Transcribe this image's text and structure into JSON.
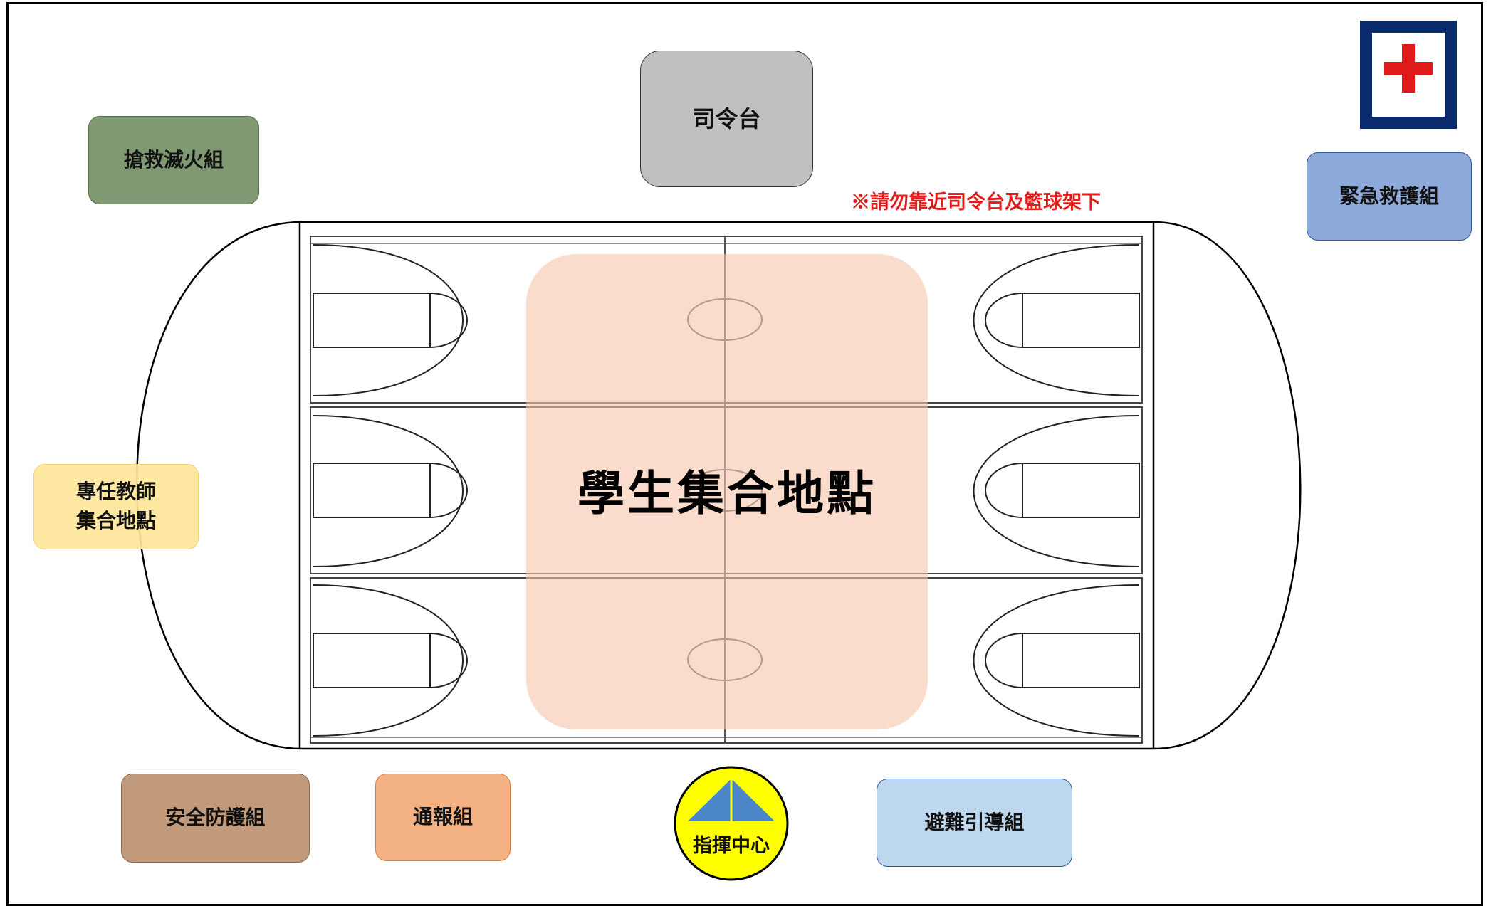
{
  "title": "",
  "warning": "※請勿靠近司令台及籃球架下",
  "assembly_area": {
    "label": "學生集合地點",
    "color": "#f5c4a8"
  },
  "groups": {
    "stage": {
      "label": "司令台",
      "color": "#c0c0c0"
    },
    "firefighting": {
      "label": "搶救滅火組",
      "color": "#7f9a72"
    },
    "medical": {
      "label": "緊急救護組",
      "color": "#8eaadb"
    },
    "teachers": {
      "label": "專任教師\n集合地點",
      "color": "#ffe699"
    },
    "safety": {
      "label": "安全防護組",
      "color": "#c09a7b"
    },
    "notification": {
      "label": "通報組",
      "color": "#f4b183"
    },
    "evacuation": {
      "label": "避難引導組",
      "color": "#bdd7ee"
    }
  },
  "command_center": {
    "label": "指揮中心",
    "circle_color": "#ffff00",
    "tent_color": "#4a86c8"
  },
  "icons": {
    "first_aid": "red-cross-icon",
    "command": "tent-icon"
  },
  "colors": {
    "warning_text": "#e21b1b",
    "first_aid_border": "#0a2a6b",
    "first_aid_cross": "#e01a1a"
  }
}
